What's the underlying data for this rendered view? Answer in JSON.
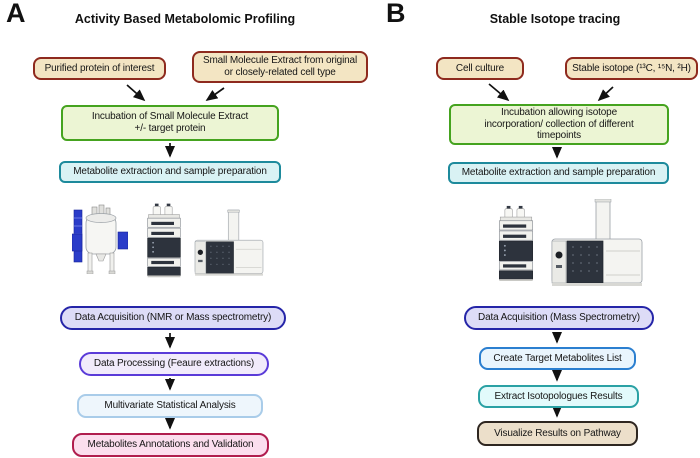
{
  "figure": {
    "panel_a": {
      "label": "A",
      "title": "Activity Based Metabolomic Profiling",
      "input_protein": "Purified protein of interest",
      "input_extract": "Small Molecule Extract from original\nor closely-related cell type",
      "step_incubation": "Incubation of Small Molecule Extract\n+/- target protein",
      "step_extraction": "Metabolite extraction and sample preparation",
      "step_acquisition": "Data Acquisition (NMR or Mass spectrometry)",
      "step_processing": "Data Processing (Feaure extractions)",
      "step_statistics": "Multivariate Statistical Analysis",
      "step_annotation": "Metabolites Annotations and Validation",
      "instruments": [
        "nmr-spectrometer",
        "hplc-system",
        "mass-spectrometer"
      ]
    },
    "panel_b": {
      "label": "B",
      "title": "Stable Isotope tracing",
      "input_culture": "Cell culture",
      "input_isotope": "Stable isotope (¹³C, ¹⁵N, ²H)",
      "step_incubation": "Incubation allowing isotope\nincorporation/ collection of different\ntimepoints",
      "step_extraction": "Metabolite extraction and sample preparation",
      "step_acquisition": "Data Acquisition (Mass Spectrometry)",
      "step_target_list": "Create Target Metabolites List",
      "step_isotopologues": "Extract Isotopologues Results",
      "step_visualize": "Visualize Results on Pathway",
      "instruments": [
        "hplc-system",
        "mass-spectrometer"
      ]
    },
    "colors": {
      "input_box_fill": "#f3e5c3",
      "input_box_border": "#8e2a1e",
      "incubation_fill": "#ecf5d4",
      "incubation_border": "#45a31f",
      "extraction_fill": "#d9f2f4",
      "extraction_border": "#1d8a9c",
      "acquisition_fill": "#dddcf7",
      "acquisition_border": "#2525a8",
      "processing_border": "#5a3bd8",
      "statistics_border": "#a9cce9",
      "annotation_fill": "#fbdeee",
      "annotation_border": "#b01d4e",
      "target_list_border": "#2b7fd0",
      "isotopologues_border": "#2aa1a4",
      "visualize_fill": "#ecdfca",
      "visualize_border": "#2e2620",
      "arrow": "#111111",
      "nmr_blue": "#2a3cc9"
    }
  }
}
